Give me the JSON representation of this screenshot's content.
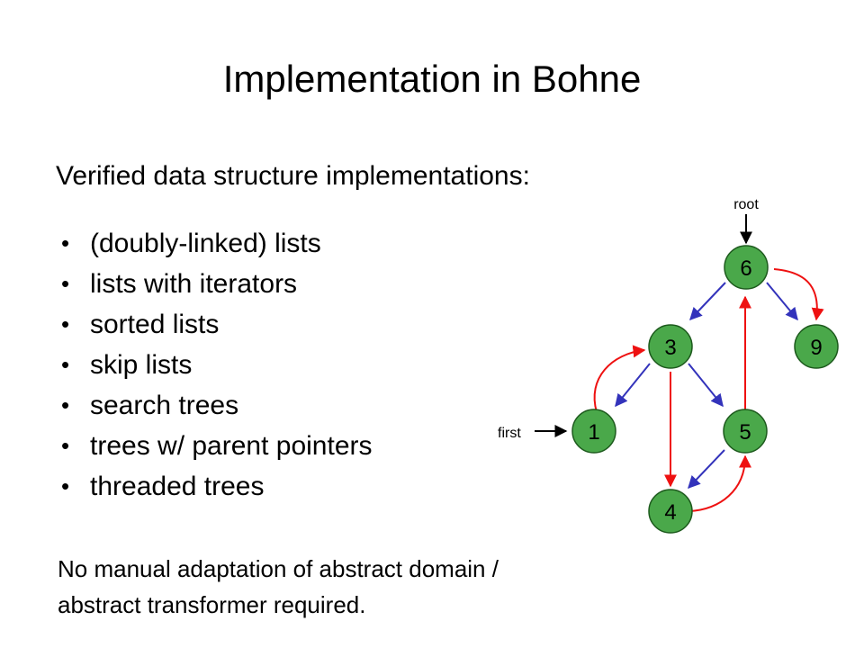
{
  "slide": {
    "title": "Implementation in Bohne",
    "subtitle": "Verified data structure implementations:",
    "bullets": [
      "(doubly-linked) lists",
      "lists with iterators",
      "sorted lists",
      "skip lists",
      "search trees",
      "trees w/ parent pointers",
      "threaded trees"
    ],
    "bullet_symbol": "•",
    "note_line1": "No manual adaptation of abstract domain /",
    "note_line2": "abstract transformer required."
  },
  "diagram": {
    "labels": {
      "root": "root",
      "first": "first"
    },
    "nodes": [
      "6",
      "3",
      "9",
      "1",
      "5",
      "4"
    ],
    "colors": {
      "node_fill": "#4aa84a",
      "node_stroke": "#1d5a1d",
      "tree_edge": "#3333bb",
      "thread_edge": "#ee1111",
      "pointer": "#000000"
    }
  }
}
